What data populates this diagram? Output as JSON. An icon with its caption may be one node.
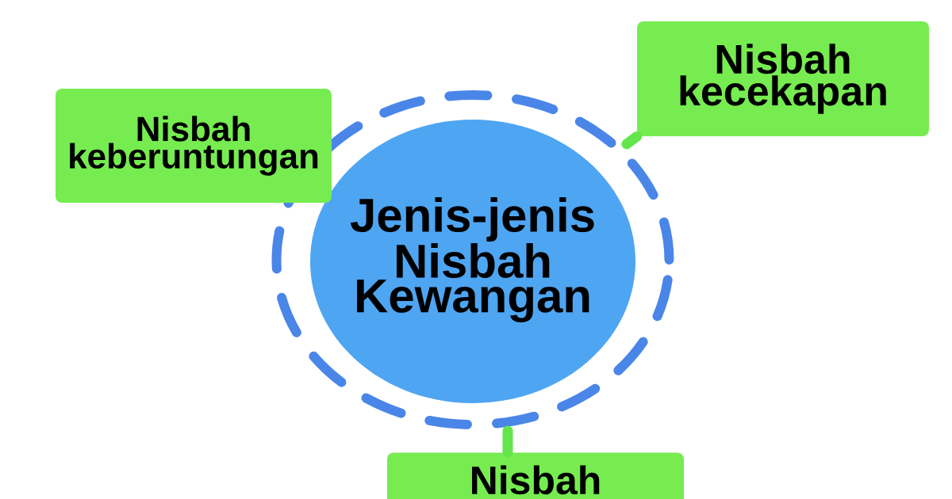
{
  "diagram": {
    "nodes": [
      {
        "text": [
          "Nisbah kecekapan"
        ]
      },
      {
        "text": [
          "Nisbah keberuntungan"
        ]
      },
      {
        "text": [
          "Jenis-jenis Nisbah Kewangan"
        ]
      },
      {
        "text": [
          "Nisbah"
        ]
      }
    ],
    "edges": [
      {
        "from": 2,
        "to": 0,
        "arrow": "none"
      },
      {
        "from": 2,
        "to": 3,
        "arrow": "none"
      }
    ]
  }
}
